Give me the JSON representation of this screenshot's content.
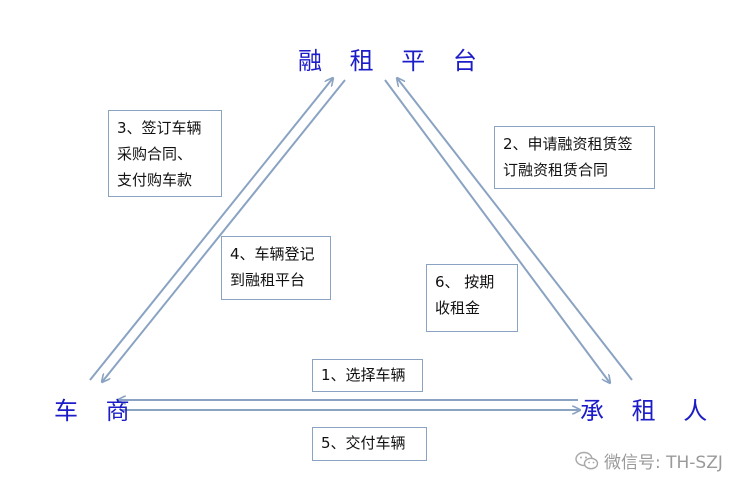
{
  "nodes": {
    "platform": "融 租 平 台",
    "dealer": "车 商",
    "lessee": "承 租 人"
  },
  "steps": {
    "s1": "1、选择车辆",
    "s2": [
      "2、申请融资租赁签",
      "订融资租赁合同"
    ],
    "s3": [
      "3、签订车辆",
      "采购合同、",
      "支付购车款"
    ],
    "s4": [
      "4、车辆登记",
      "到融租平台"
    ],
    "s5": "5、交付车辆",
    "s6": [
      "6、 按期",
      "收租金"
    ]
  },
  "watermark": {
    "icon": "wechat-icon",
    "text": "微信号: TH-SZJ"
  },
  "colors": {
    "node_text": "#1c1cc8",
    "arrow": "#8aa3c2"
  }
}
